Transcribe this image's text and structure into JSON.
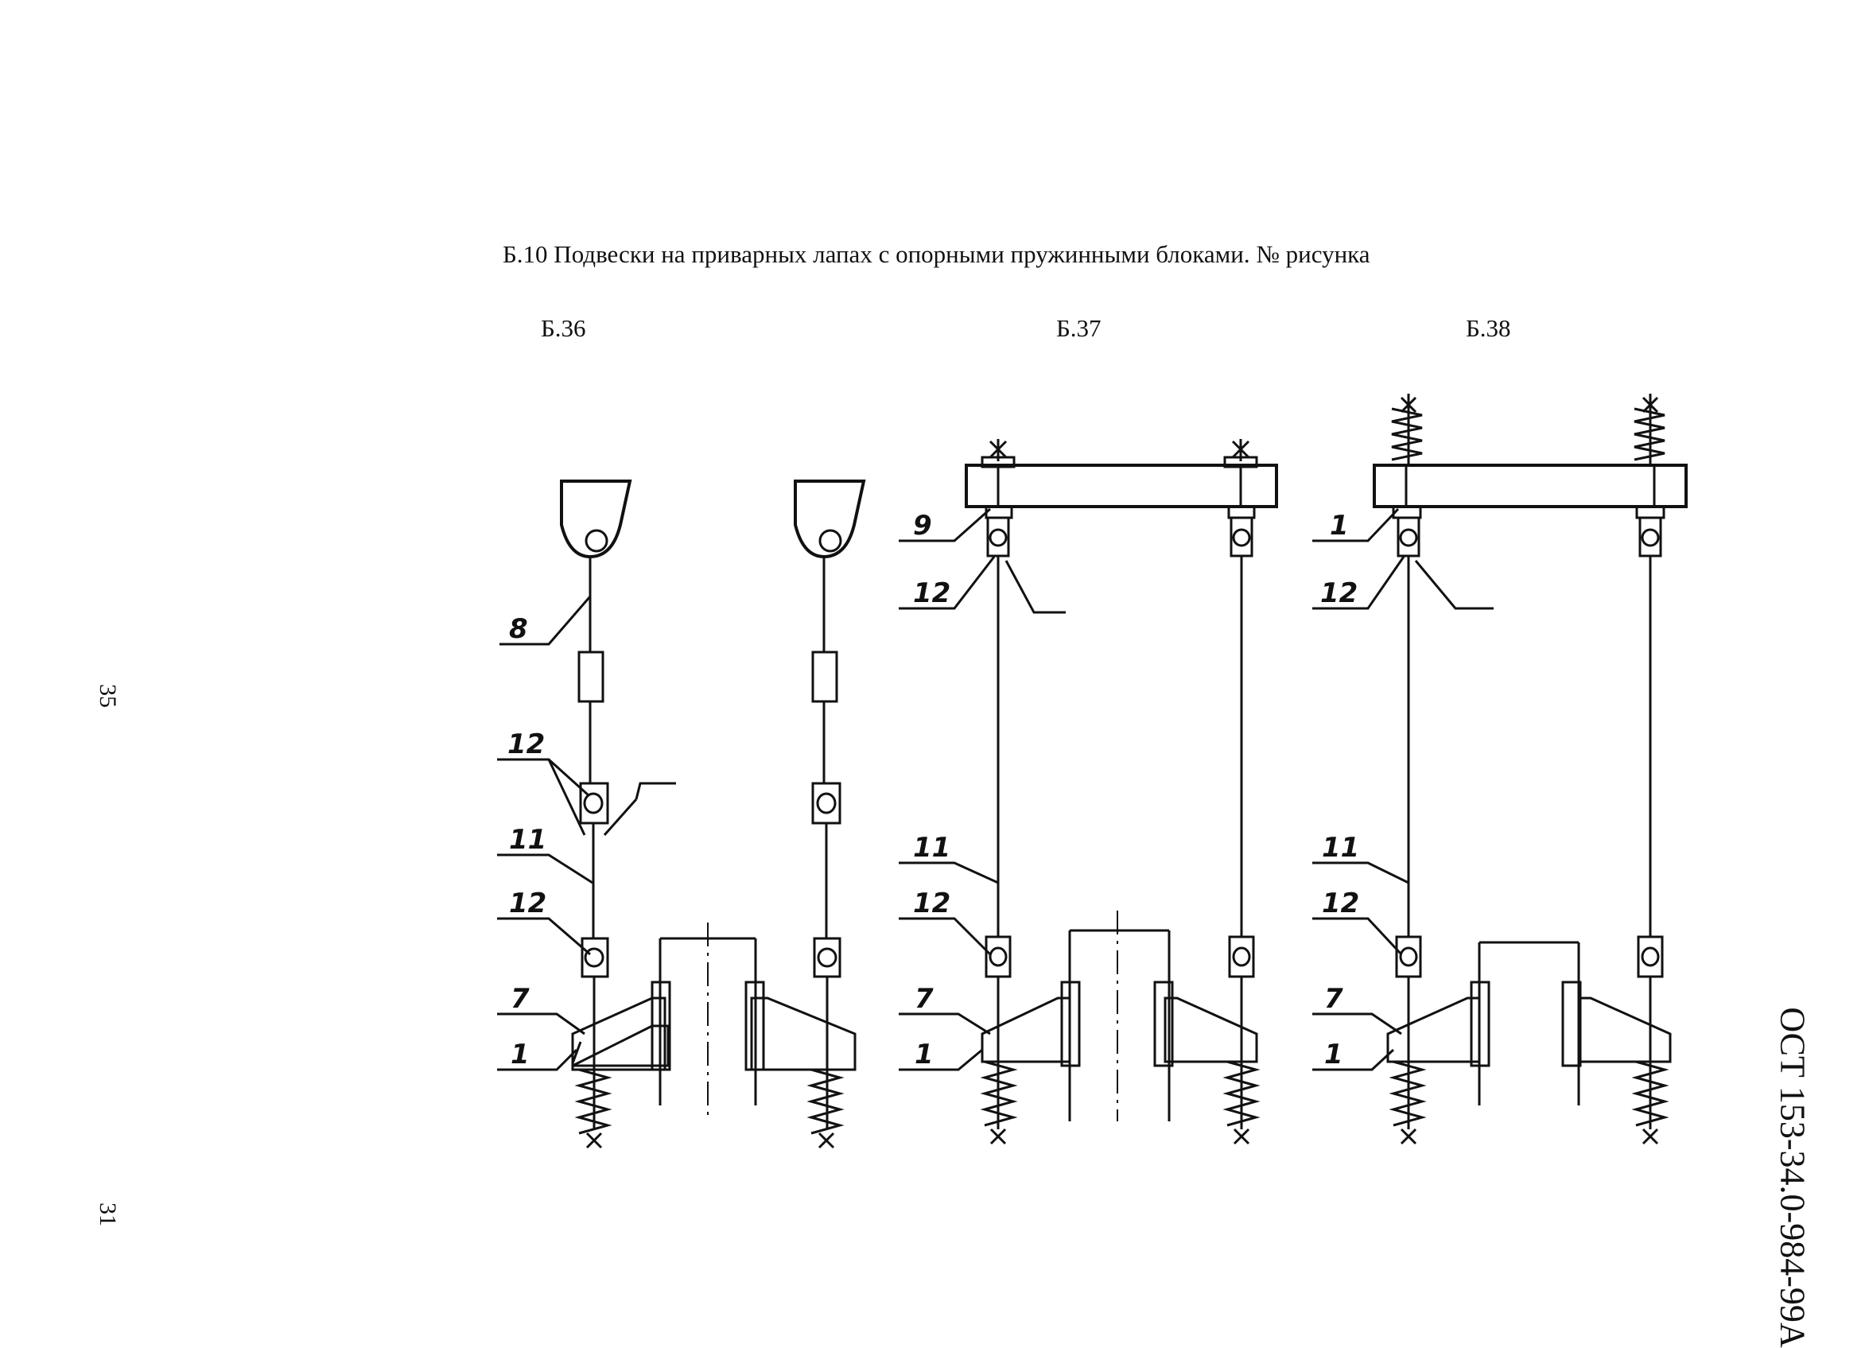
{
  "title": "Б.10 Подвески на приварных лапах с опорными пружинными блоками.  № рисунка",
  "figures": [
    "Б.36",
    "Б.37",
    "Б.38"
  ],
  "page_numbers": [
    "35",
    "31"
  ],
  "document_number": "ОСТ 153-34.0-984-99А",
  "labels": {
    "l1": "1",
    "l7": "7",
    "l8": "8",
    "l9": "9",
    "l11": "11",
    "l12": "12"
  }
}
